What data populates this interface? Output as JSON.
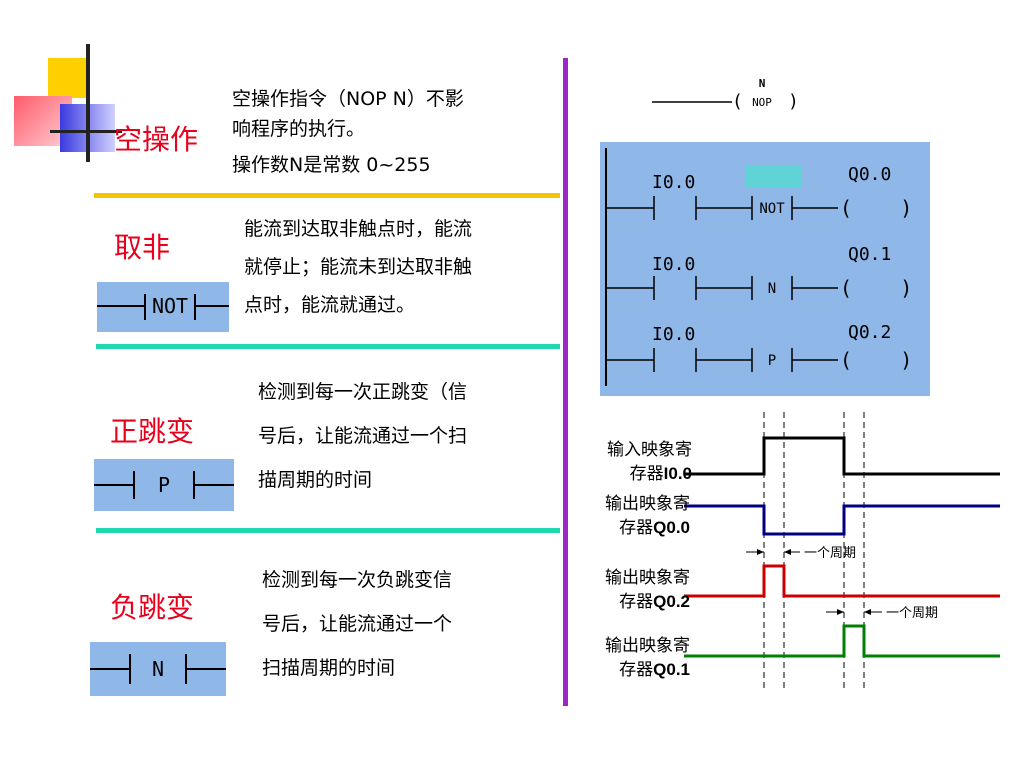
{
  "colors": {
    "accent_red": "#e8001c",
    "divider_yellow": "#f5c400",
    "divider_teal": "#1fd8b0",
    "vertical_purple": "#9a28c8",
    "ladder_bg": "#8fb7e8",
    "highlight_cyan": "#5fd3d6",
    "signal_black": "#000000",
    "signal_blue": "#000080",
    "signal_red": "#cc0000",
    "signal_green": "#008000"
  },
  "sections": {
    "nop": {
      "title": "空操作",
      "desc_line1": "空操作指令（NOP N）不影",
      "desc_line2": "响程序的执行。",
      "desc_line3": "操作数N是常数 0~255",
      "coil_top": "N",
      "coil_label": "NOP"
    },
    "not": {
      "title": "取非",
      "symbol": "NOT",
      "desc_line1": "能流到达取非触点时，能流",
      "desc_line2": "就停止；能流未到达取非触",
      "desc_line3": "点时，能流就通过。"
    },
    "pos": {
      "title": "正跳变",
      "symbol": "P",
      "desc_line1": "检测到每一次正跳变（信",
      "desc_line2": "号后，让能流通过一个扫",
      "desc_line3": "描周期的时间"
    },
    "neg": {
      "title": "负跳变",
      "symbol": "N",
      "desc_line1": "检测到每一次负跳变信",
      "desc_line2": "号后，让能流通过一个",
      "desc_line3": "扫描周期的时间"
    }
  },
  "ladder": {
    "rungs": [
      {
        "contact": "I0.0",
        "box": "NOT",
        "coil": "Q0.0"
      },
      {
        "contact": "I0.0",
        "box": "N",
        "coil": "Q0.1"
      },
      {
        "contact": "I0.0",
        "box": "P",
        "coil": "Q0.2"
      }
    ],
    "coil_symbol": "(    )"
  },
  "timing": {
    "signals": [
      {
        "line1": "输入映象寄",
        "line2_prefix": "存器",
        "line2_reg": "I0.0"
      },
      {
        "line1": "输出映象寄",
        "line2_prefix": "存器",
        "line2_reg": "Q0.0"
      },
      {
        "line1": "输出映象寄",
        "line2_prefix": "存器",
        "line2_reg": "Q0.2"
      },
      {
        "line1": "输出映象寄",
        "line2_prefix": "存器",
        "line2_reg": "Q0.1"
      }
    ],
    "period_label_1": "一个周期",
    "period_label_2": "一个周期"
  }
}
